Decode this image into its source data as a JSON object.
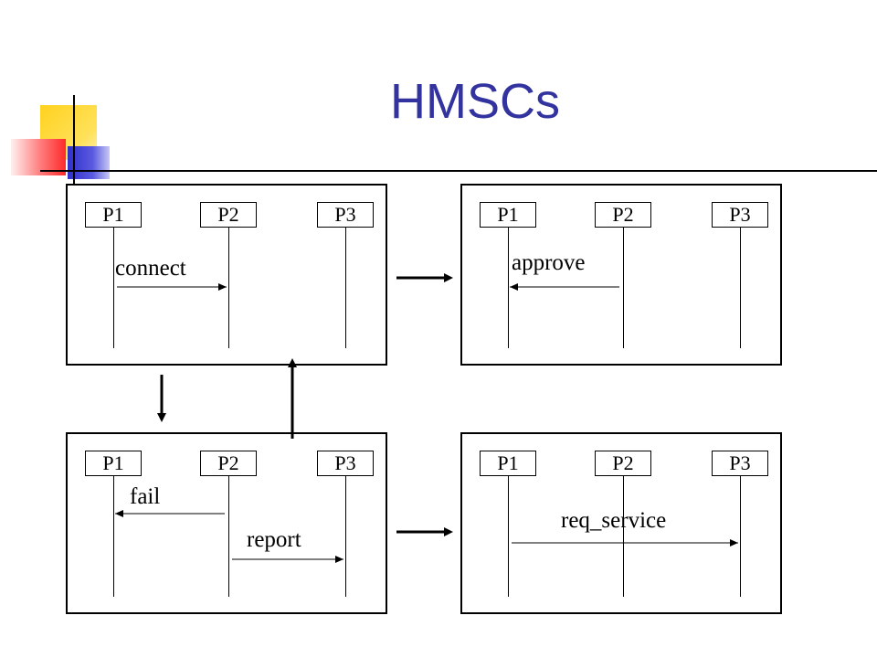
{
  "slide": {
    "title": "HMSCs"
  },
  "colors": {
    "title": "#3333a0",
    "deco_yellow": "#ffd21f",
    "deco_red": "#ff2a2a",
    "deco_blue": "#3030cc"
  },
  "panels": [
    {
      "id": "top-left",
      "processes": [
        "P1",
        "P2",
        "P3"
      ],
      "messages": [
        {
          "label": "connect",
          "from": "P1",
          "to": "P2"
        }
      ]
    },
    {
      "id": "top-right",
      "processes": [
        "P1",
        "P2",
        "P3"
      ],
      "messages": [
        {
          "label": "approve",
          "from": "P2",
          "to": "P1"
        }
      ]
    },
    {
      "id": "bottom-left",
      "processes": [
        "P1",
        "P2",
        "P3"
      ],
      "messages": [
        {
          "label": "fail",
          "from": "P2",
          "to": "P1"
        },
        {
          "label": "report",
          "from": "P2",
          "to": "P3"
        }
      ]
    },
    {
      "id": "bottom-right",
      "processes": [
        "P1",
        "P2",
        "P3"
      ],
      "messages": [
        {
          "label": "req_service",
          "from": "P1",
          "to": "P3"
        }
      ]
    }
  ],
  "connectors": [
    {
      "from": "top-left",
      "to": "top-right"
    },
    {
      "from": "top-left",
      "to": "bottom-left"
    },
    {
      "from": "bottom-left",
      "to": "top-left"
    },
    {
      "from": "bottom-left",
      "to": "bottom-right"
    }
  ]
}
